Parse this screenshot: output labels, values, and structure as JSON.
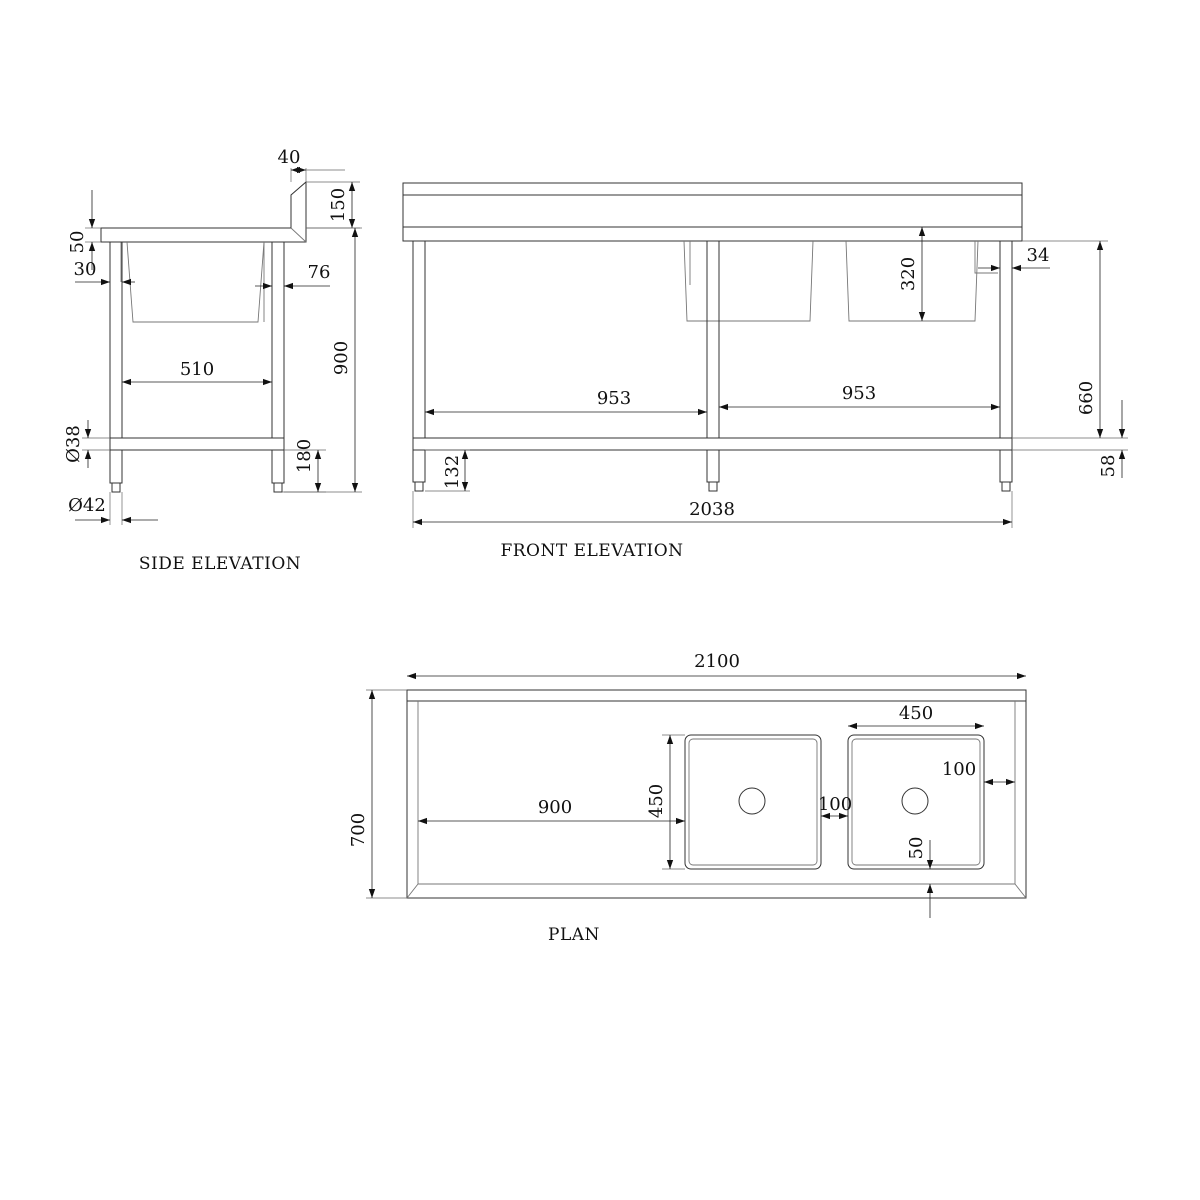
{
  "views": {
    "side": {
      "title": "SIDE ELEVATION",
      "dims": {
        "splash_thickness": "40",
        "splash_height": "150",
        "top_thickness": "50",
        "bowl_offset": "30",
        "leg_offset": "76",
        "leg_span": "510",
        "overall_height": "900",
        "rail_diameter": "Ø38",
        "rail_height": "180",
        "leg_diameter": "Ø42"
      }
    },
    "front": {
      "title": "FRONT ELEVATION",
      "dims": {
        "bowl_depth": "320",
        "end_offset": "34",
        "leg_span_1": "953",
        "leg_span_2": "953",
        "height_to_bowl": "660",
        "rail_height": "132",
        "rail_section": "58",
        "overall_leg_width": "2038"
      }
    },
    "plan": {
      "title": "PLAN",
      "dims": {
        "overall_length": "2100",
        "overall_depth": "700",
        "bowl_width": "450",
        "bowl_length": "450",
        "drainboard_length": "900",
        "bowl_gap": "100",
        "end_gap": "100",
        "front_gap": "50"
      }
    }
  }
}
